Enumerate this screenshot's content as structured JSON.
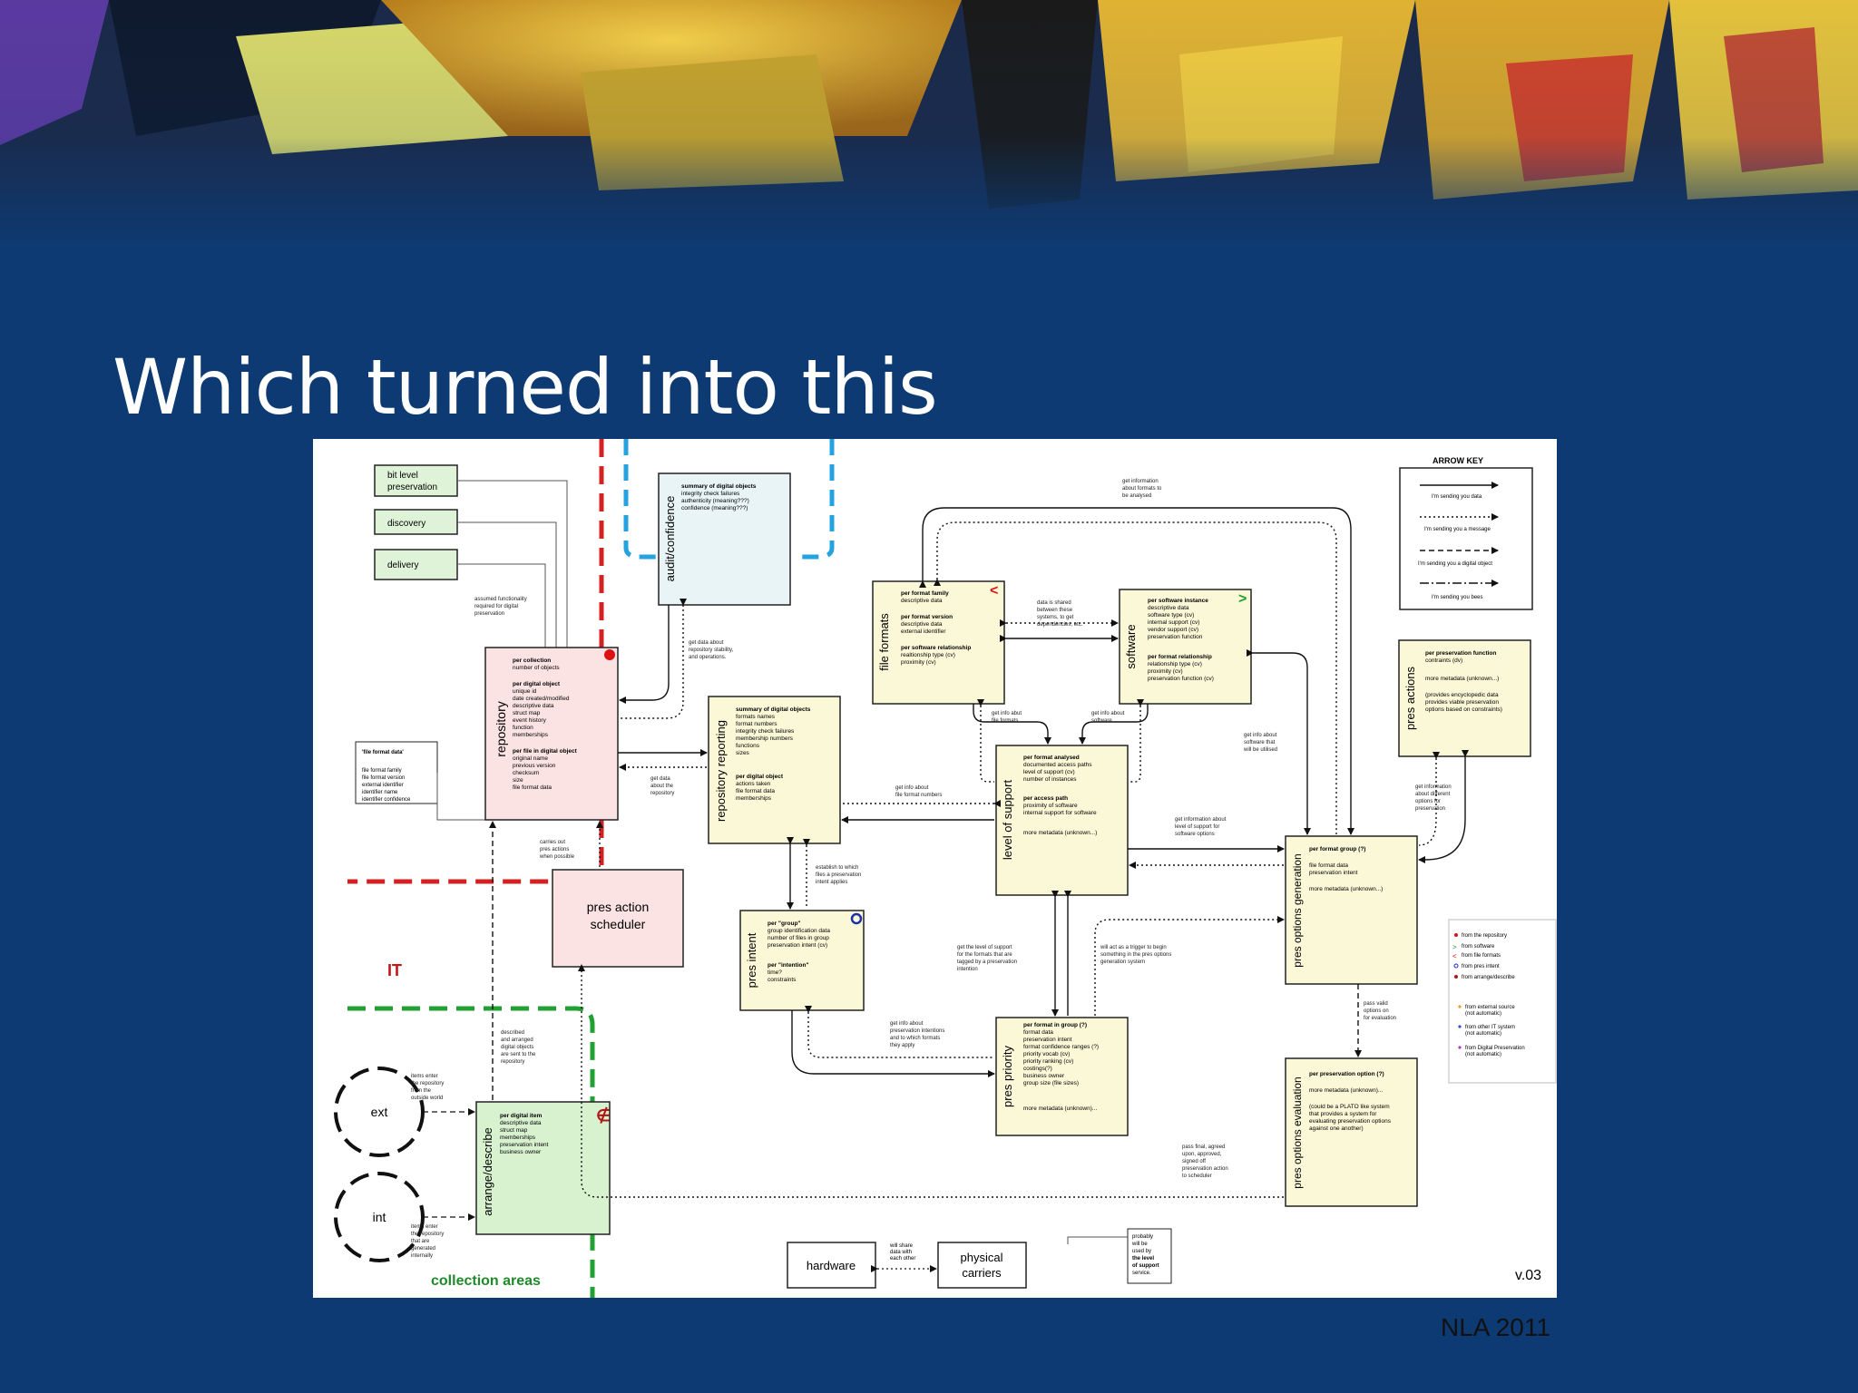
{
  "slide": {
    "title": "Which turned into this",
    "footer": "NLA 2011"
  },
  "diagram": {
    "version": "v.03",
    "collection_areas_label": "collection areas",
    "it_label": "IT",
    "arrow_key": {
      "title": "ARROW KEY",
      "items": [
        "I'm sending you data",
        "I'm sending you a message",
        "I'm sending you a digital object",
        "I'm sending you bees"
      ]
    },
    "services": [
      "bit level preservation",
      "discovery",
      "delivery"
    ],
    "assumed_note": [
      "assumed functionality",
      "required for digital",
      "preservation"
    ],
    "file_format_note": [
      "'file format data'",
      "",
      "file format family",
      "file format version",
      "external identifier",
      "identifier name",
      "identifier confidence"
    ],
    "repository": {
      "label": "repository",
      "lines": [
        "per collection",
        "number of objects",
        "per digital object",
        "unique id",
        "date created/modified",
        "descriptive data",
        "struct map",
        "event history",
        "function",
        "memberships",
        "per file in digital object",
        "original name",
        "previous version",
        "checksum",
        "size",
        "file format data"
      ]
    },
    "audit": {
      "label": "audit/confidence",
      "lines": [
        "summary of digital objects",
        "integrity check failures",
        "authenticity (meaning???)",
        "confidence (meaning???)"
      ]
    },
    "repo_reporting": {
      "label": "repository reporting",
      "lines": [
        "summary of digital objects",
        "formats names",
        "format numbers",
        "integrity check failures",
        "membership numbers",
        "functions",
        "sizes",
        "per digital object",
        "actions taken",
        "file format data",
        "memberships"
      ]
    },
    "file_formats": {
      "label": "file formats",
      "lines": [
        "per format family",
        "descriptive data",
        "per format version",
        "descriptive data",
        "external identifier",
        "per software relationship",
        "realtionship type (cv)",
        "proximity (cv)"
      ]
    },
    "software": {
      "label": "software",
      "lines": [
        "per software instance",
        "descriptive data",
        "software type (cv)",
        "internal support (cv)",
        "vendor support (cv)",
        "preservation function",
        "per format relationship",
        "relationship type (cv)",
        "proximity (cv)",
        "preservation function (cv)"
      ]
    },
    "level_of_support": {
      "label": "level of support",
      "lines": [
        "per format analysed",
        "documented access paths",
        "level of support (cv)",
        "number of instances",
        "per access path",
        "proximity of software",
        "internal support for software",
        "more metadata (unknown...)"
      ]
    },
    "pres_actions": {
      "label": "pres actions",
      "lines": [
        "per preservation function",
        "contraints (dv)",
        "more metadata (unknown...)",
        "(provides encyclopedic data",
        "provides viable preservation",
        "options based on constraints)"
      ]
    },
    "pres_intent": {
      "label": "pres intent",
      "lines": [
        "per \"group\"",
        "group identification data",
        "number of files in group",
        "preservation intent (cv)",
        "per \"intention\"",
        "time?",
        "constraints"
      ]
    },
    "pres_priority": {
      "label": "pres priority",
      "lines": [
        "per format in group (?)",
        "format data",
        "preservation intent",
        "format confidence ranges (?)",
        "priority vocab (cv)",
        "priority ranking (cv)",
        "costings(?)",
        "business owner",
        "group size (file sizes)",
        "more metadata (unknown)..."
      ]
    },
    "pres_options_generation": {
      "label": "pres options generation",
      "lines": [
        "per format group (?)",
        "file format data",
        "preservation intent",
        "more metadata (unknown...)"
      ]
    },
    "pres_options_evaluation": {
      "label": "pres options evaluation",
      "lines": [
        "per preservation option (?)",
        "more metadata (unknown)...",
        "(could be a PLATO like system",
        "that provides a system for",
        "evaluating preservation options",
        "against one another)"
      ]
    },
    "arrange_describe": {
      "label": "arrange/describe",
      "lines": [
        "per digital item",
        "descriptive data",
        "struct map",
        "memberships",
        "preservation intent",
        "business owner"
      ]
    },
    "scheduler": {
      "label": [
        "pres action",
        "scheduler"
      ]
    },
    "ext_label": "ext",
    "int_label": "int",
    "hardware": "hardware",
    "physical_carriers": [
      "physical",
      "carriers"
    ],
    "legend_sources": [
      "from the repository",
      "from software",
      "from file formats",
      "from pres intent",
      "from arrange/describe",
      "from external source",
      "(not automatic)",
      "from other IT system",
      "(not automatic)",
      "from Digital Preservation",
      "(not automatic)"
    ],
    "annotations": {
      "get_info_formats": [
        "get information",
        "about formats to",
        "be analysed"
      ],
      "data_shared": [
        "data is shared",
        "between these",
        "systems, to get",
        "dependencies, etc."
      ],
      "get_data_stability": [
        "get data about",
        "repository stability,",
        "and operations."
      ],
      "get_data_repo": [
        "get data",
        "about the",
        "repository"
      ],
      "get_info_file_numbers": [
        "get info about",
        "file format numbers"
      ],
      "get_info_abut_formats": [
        "get info abut",
        "file formats"
      ],
      "get_info_software": [
        "get info about",
        "software"
      ],
      "get_info_software_utilised": [
        "get info about",
        "software that",
        "will be utilised"
      ],
      "get_info_options": [
        "get information",
        "about different",
        "options for",
        "preservation"
      ],
      "get_info_level_support": [
        "get information about",
        "level of support for",
        "software options"
      ],
      "carries_out": [
        "carries out",
        "pres actions",
        "when possible"
      ],
      "establish": [
        "establish to which",
        "files a preservation",
        "intent applies"
      ],
      "get_level_tagged": [
        "get the level of support",
        "for the formats that are",
        "tagged by a preservation",
        "intention"
      ],
      "will_act_trigger": [
        "will act as a trigger to begin",
        "something in the pres options",
        "generation system"
      ],
      "get_info_intentions": [
        "get info about",
        "preservation intentions",
        "and to which formats",
        "they apply"
      ],
      "pass_valid": [
        "pass valid",
        "options on",
        "for evaluation"
      ],
      "pass_final": [
        "pass final, agreed",
        "upon, approved,",
        "signed off",
        "preservation action",
        "to scheduler"
      ],
      "described_arranged": [
        "described",
        "and arranged",
        "digital objects",
        "are sent to the",
        "repository"
      ],
      "items_outside": [
        "items enter",
        "the repository",
        "from the",
        "outside world"
      ],
      "items_internal": [
        "items enter",
        "the repository",
        "that are",
        "generated",
        "internally"
      ],
      "will_share": [
        "will share",
        "data with",
        "each other"
      ],
      "probably_used": [
        "probably",
        "will be",
        "used by",
        "the level",
        "of support",
        "service."
      ]
    }
  }
}
